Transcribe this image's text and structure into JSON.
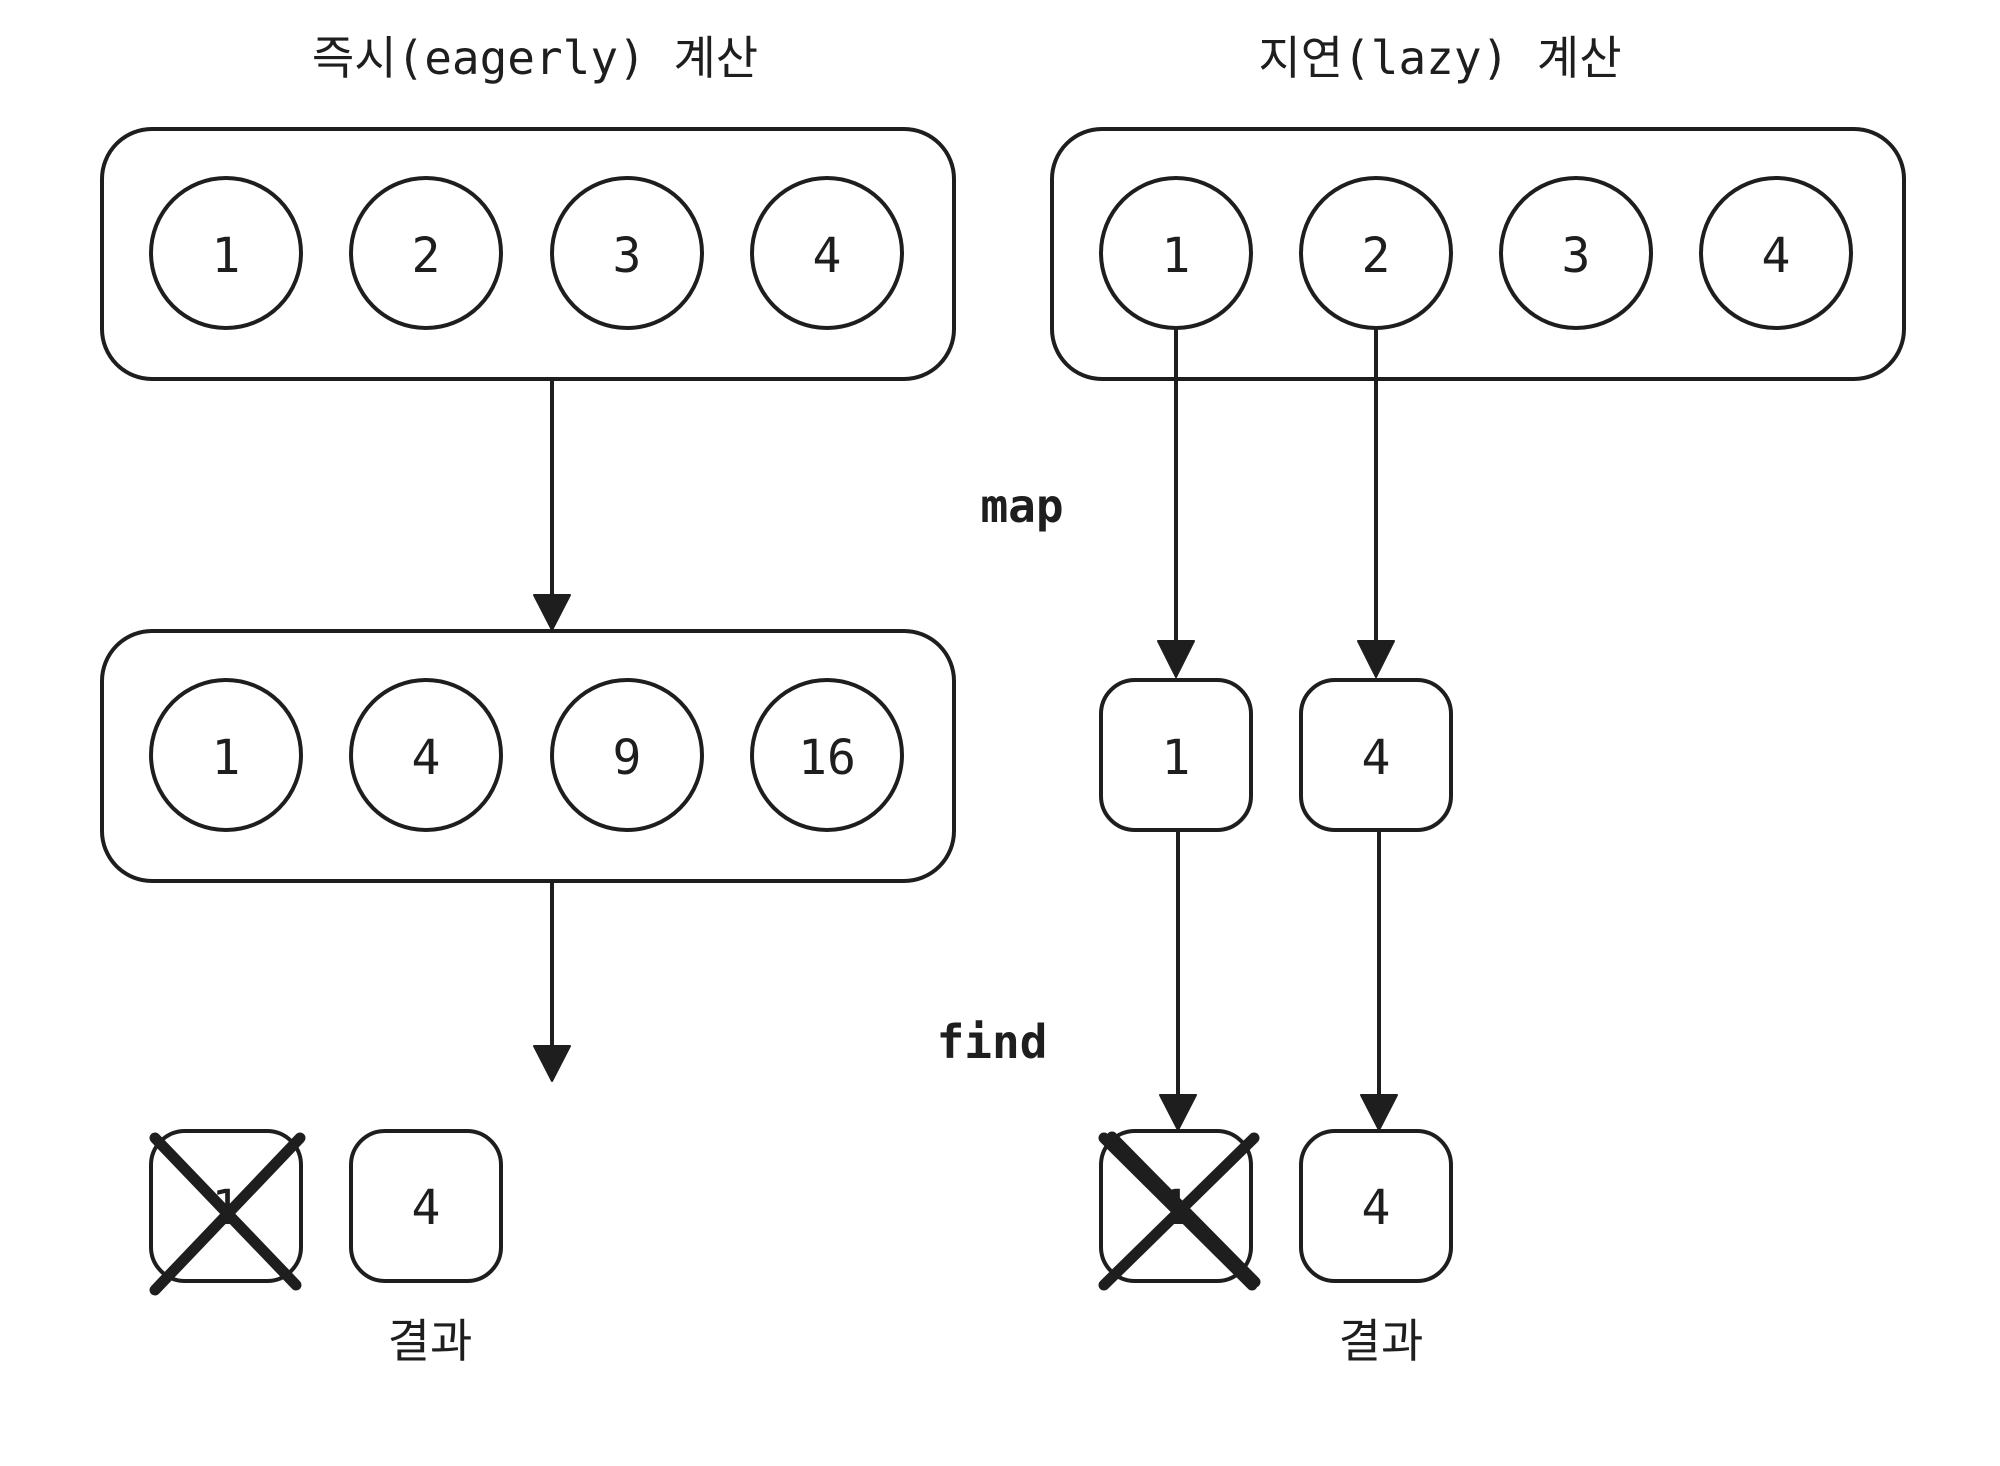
{
  "titles": {
    "eager": "즉시(eagerly) 계산",
    "lazy": "지연(lazy) 계산"
  },
  "operations": {
    "map": "map",
    "find": "find"
  },
  "eager": {
    "source": [
      "1",
      "2",
      "3",
      "4"
    ],
    "mapped": [
      "1",
      "4",
      "9",
      "16"
    ],
    "rejected": "1",
    "result": "4",
    "result_label": "결과"
  },
  "lazy": {
    "source": [
      "1",
      "2",
      "3",
      "4"
    ],
    "mapped": [
      "1",
      "4"
    ],
    "rejected": "1",
    "result": "4",
    "result_label": "결과"
  }
}
